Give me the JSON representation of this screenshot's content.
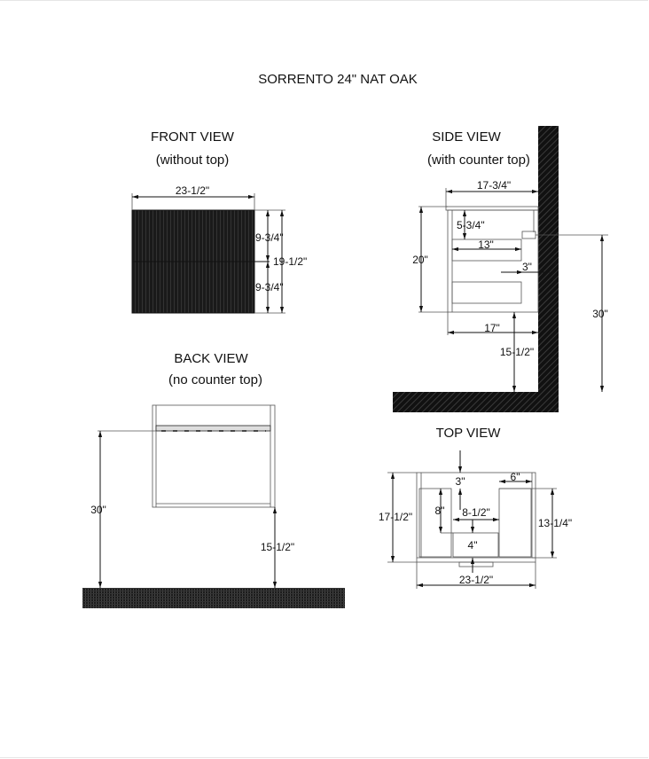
{
  "title": "SORRENTO 24\" NAT OAK",
  "front_view": {
    "heading": "FRONT VIEW",
    "subheading": "(without top)",
    "width": "23-1/2\"",
    "drawer_top": "9-3/4\"",
    "drawer_bottom": "9-3/4\"",
    "height": "19-1/2\""
  },
  "side_view": {
    "heading": "SIDE VIEW",
    "subheading": "(with counter top)",
    "depth_top": "17-3/4\"",
    "height": "20\"",
    "drawer_offset": "5-3/4\"",
    "drawer_depth": "13\"",
    "plumbing_offset": "3\"",
    "depth": "17\"",
    "floor_clearance": "15-1/2\"",
    "mount_height": "30\""
  },
  "back_view": {
    "heading": "BACK VIEW",
    "subheading": "(no counter top)",
    "mount_height": "30\"",
    "floor_clearance": "15-1/2\""
  },
  "top_view": {
    "heading": "TOP VIEW",
    "back_gap": "3\"",
    "side_width": "6\"",
    "depth": "17-1/2\"",
    "notch_depth": "8\"",
    "notch_width": "8-1/2\"",
    "inner_depth": "13-1/4\"",
    "front_gap": "4\"",
    "width": "23-1/2\""
  }
}
